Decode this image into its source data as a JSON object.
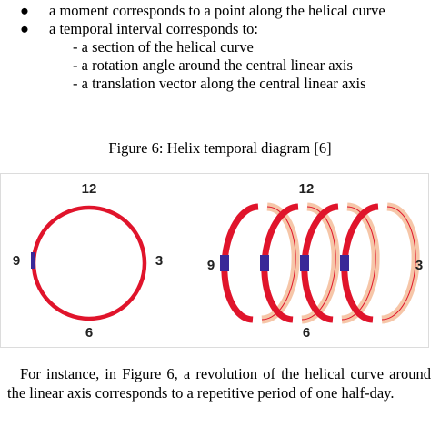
{
  "bullets": [
    {
      "text": "a moment corresponds to a point along the helical curve"
    },
    {
      "text": "a temporal interval corresponds to:"
    }
  ],
  "sub_items": [
    "- a section of the helical curve",
    "- a rotation angle around the central linear axis",
    "- a translation vector along the central linear axis"
  ],
  "caption": "Figure 6: Helix temporal diagram [6]",
  "figure": {
    "circle": {
      "top": "12",
      "right": "3",
      "bottom": "6",
      "left": "9"
    },
    "helix": {
      "top": "12",
      "right": "3",
      "bottom": "6",
      "left": "9"
    },
    "colors": {
      "curve": "#e0142b",
      "back": "#f6c6a8",
      "marker": "#3a2898"
    }
  },
  "paragraph": "For instance, in Figure 6, a revolution of the helical curve around the linear axis corresponds to a repetitive period of one half-day."
}
